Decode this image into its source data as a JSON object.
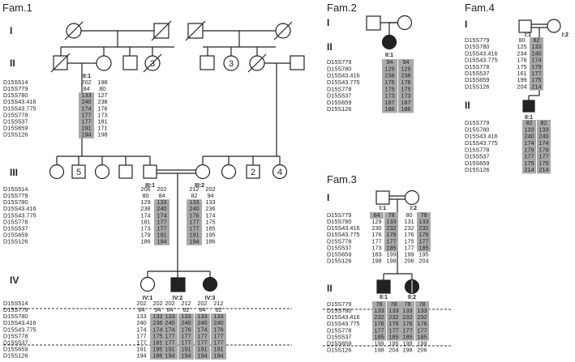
{
  "fam1": {
    "title": "Fam.1",
    "gen": [
      "I",
      "II",
      "III",
      "IV"
    ],
    "ii1_label": "II:1",
    "ii_markers": [
      "D15S514",
      "D15S779",
      "D15S780",
      "D15S43.416",
      "D15S43.775",
      "D15S778",
      "D15S537",
      "D15S659",
      "D15S126"
    ],
    "ii1_alleles": [
      [
        "202",
        "198"
      ],
      [
        "84",
        "80"
      ],
      [
        "133",
        "127"
      ],
      [
        "240",
        "238"
      ],
      [
        "174",
        "176"
      ],
      [
        "177",
        "173"
      ],
      [
        "177",
        "181"
      ],
      [
        "191",
        "171"
      ],
      [
        "194",
        "198"
      ]
    ],
    "ii_counts": [
      "3",
      "3"
    ],
    "iii_counts": [
      "5",
      "2",
      "4"
    ],
    "iii1_label": "III:1",
    "iii2_label": "III:2",
    "iii_markers": [
      "D15S514",
      "D15S779",
      "D15S780",
      "D15S43.416",
      "D15S43.775",
      "D15S778",
      "D15S537",
      "D15S659",
      "D15S126"
    ],
    "iii1_alleles": [
      [
        "206",
        "202"
      ],
      [
        "80",
        "84"
      ],
      [
        "129",
        "133"
      ],
      [
        "238",
        "240"
      ],
      [
        "174",
        "174"
      ],
      [
        "181",
        "177"
      ],
      [
        "173",
        "177"
      ],
      [
        "179",
        "191"
      ],
      [
        "186",
        "194"
      ]
    ],
    "iii2_alleles": [
      [
        "212",
        "202"
      ],
      [
        "82",
        "94"
      ],
      [
        "133",
        "133"
      ],
      [
        "240",
        "236"
      ],
      [
        "176",
        "174"
      ],
      [
        "177",
        "175"
      ],
      [
        "177",
        "185"
      ],
      [
        "191",
        "195"
      ],
      [
        "194",
        "186"
      ]
    ],
    "iv_labels": [
      "IV:1",
      "IV:2",
      "IV:3"
    ],
    "iv_markers": [
      "D15S514",
      "D15S779",
      "D15S780",
      "D15S43.416",
      "D15S43.775",
      "D15S778",
      "D15S537",
      "D15S659",
      "D15S126"
    ],
    "iv1_alleles": [
      [
        "202",
        "202"
      ],
      [
        "84",
        "94"
      ],
      [
        "133",
        "133"
      ],
      [
        "240",
        "236"
      ],
      [
        "174",
        "174"
      ],
      [
        "177",
        "175"
      ],
      [
        "177",
        "181"
      ],
      [
        "191",
        "195"
      ],
      [
        "194",
        "186"
      ]
    ],
    "iv2_alleles": [
      [
        "202",
        "212"
      ],
      [
        "84",
        "82"
      ],
      [
        "133",
        "133"
      ],
      [
        "240",
        "240"
      ],
      [
        "174",
        "176"
      ],
      [
        "177",
        "177"
      ],
      [
        "177",
        "177"
      ],
      [
        "191",
        "191"
      ],
      [
        "194",
        "194"
      ]
    ],
    "iv3_alleles": [
      [
        "202",
        "212"
      ],
      [
        "84",
        "82"
      ],
      [
        "133",
        "133"
      ],
      [
        "240",
        "240"
      ],
      [
        "174",
        "176"
      ],
      [
        "177",
        "177"
      ],
      [
        "177",
        "177"
      ],
      [
        "191",
        "191"
      ],
      [
        "194",
        "194"
      ]
    ]
  },
  "fam2": {
    "title": "Fam.2",
    "gen": [
      "I",
      "II"
    ],
    "ii1_label": "II:1",
    "markers": [
      "D15S779",
      "D15S780",
      "D15S43.416",
      "D15S43.775",
      "D15S778",
      "D15S537",
      "D15S659",
      "D15S126"
    ],
    "ii1_alleles": [
      [
        "94",
        "94"
      ],
      [
        "129",
        "129"
      ],
      [
        "238",
        "238"
      ],
      [
        "176",
        "176"
      ],
      [
        "175",
        "175"
      ],
      [
        "173",
        "173"
      ],
      [
        "187",
        "187"
      ],
      [
        "186",
        "186"
      ]
    ]
  },
  "fam3": {
    "title": "Fam.3",
    "gen": [
      "I",
      "II"
    ],
    "i_labels": [
      "I:1",
      "I:2"
    ],
    "i_markers": [
      "D15S779",
      "D15S780",
      "D15S43.416",
      "D15S43.775",
      "D15S778",
      "D15S537",
      "D15S659",
      "D15S126"
    ],
    "i1_alleles": [
      [
        "84",
        "78"
      ],
      [
        "129",
        "133"
      ],
      [
        "230",
        "232"
      ],
      [
        "176",
        "176"
      ],
      [
        "177",
        "177"
      ],
      [
        "173",
        "185"
      ],
      [
        "183",
        "199"
      ],
      [
        "198",
        "198"
      ]
    ],
    "i2_alleles": [
      [
        "80",
        "78"
      ],
      [
        "131",
        "133"
      ],
      [
        "232",
        "232"
      ],
      [
        "176",
        "176"
      ],
      [
        "175",
        "177"
      ],
      [
        "177",
        "185"
      ],
      [
        "199",
        "195"
      ],
      [
        "206",
        "204"
      ]
    ],
    "ii_labels": [
      "II:1",
      "II:2"
    ],
    "ii_markers": [
      "D15S779",
      "D15S780",
      "D15S43.416",
      "D15S43.775",
      "D15S778",
      "D15S537",
      "D15S659",
      "D15S126"
    ],
    "ii1_alleles": [
      [
        "78",
        "78"
      ],
      [
        "133",
        "133"
      ],
      [
        "232",
        "232"
      ],
      [
        "176",
        "176"
      ],
      [
        "177",
        "177"
      ],
      [
        "185",
        "185"
      ],
      [
        "199",
        "195"
      ],
      [
        "198",
        "204"
      ]
    ],
    "ii2_alleles": [
      [
        "78",
        "78"
      ],
      [
        "133",
        "133"
      ],
      [
        "232",
        "232"
      ],
      [
        "176",
        "176"
      ],
      [
        "177",
        "177"
      ],
      [
        "185",
        "185"
      ],
      [
        "199",
        "199"
      ],
      [
        "198",
        "206"
      ]
    ]
  },
  "fam4": {
    "title": "Fam.4",
    "gen": [
      "I",
      "II"
    ],
    "i_labels": [
      "I:1",
      "I:2"
    ],
    "i_markers": [
      "D15S779",
      "D15S780",
      "D15S43.416",
      "D15S43.775",
      "D15S778",
      "D15S537",
      "D15S659",
      "D15S126"
    ],
    "i1_alleles": [
      [
        "80",
        "82"
      ],
      [
        "125",
        "133"
      ],
      [
        "234",
        "240"
      ],
      [
        "176",
        "174"
      ],
      [
        "175",
        "179"
      ],
      [
        "161",
        "177"
      ],
      [
        "199",
        "175"
      ],
      [
        "204",
        "214"
      ]
    ],
    "ii1_label": "II:1",
    "ii_markers": [
      "D15S779",
      "D15S780",
      "D15S43.416",
      "D15S43.775",
      "D15S778",
      "D15S537",
      "D15S659",
      "D15S126"
    ],
    "ii1_alleles": [
      [
        "82",
        "82"
      ],
      [
        "133",
        "133"
      ],
      [
        "240",
        "240"
      ],
      [
        "174",
        "174"
      ],
      [
        "179",
        "179"
      ],
      [
        "177",
        "177"
      ],
      [
        "175",
        "175"
      ],
      [
        "214",
        "214"
      ]
    ]
  }
}
